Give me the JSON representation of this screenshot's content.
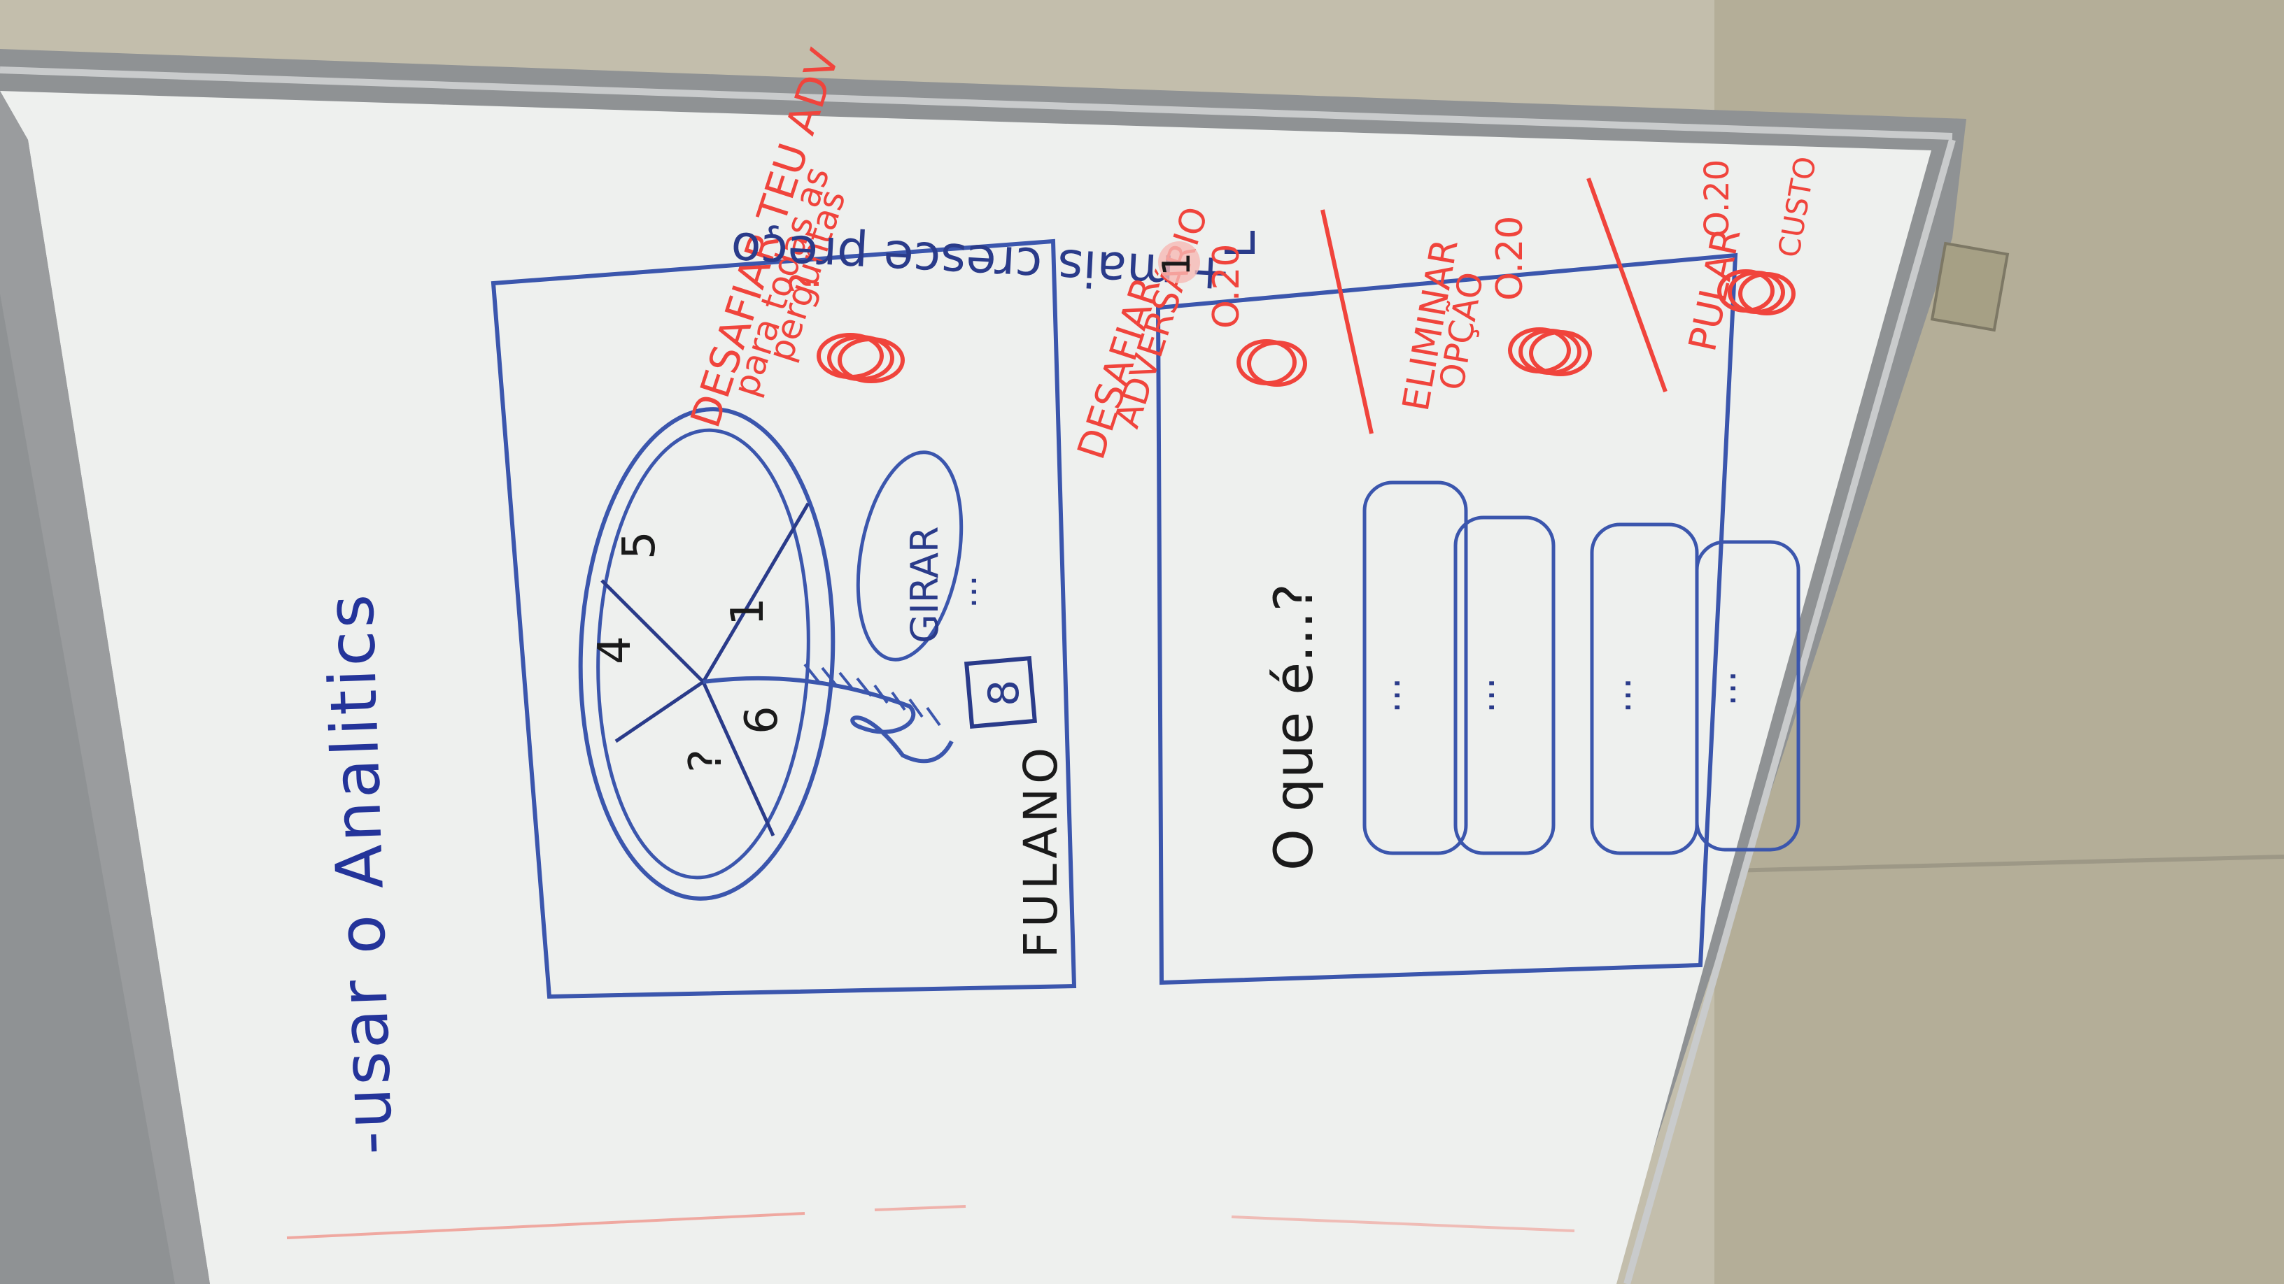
{
  "scene": {
    "wall_color": "#c2bdac",
    "frame_color": "#8e9092",
    "board_color": "#eef0ee",
    "marker_blue": "#2f45a8",
    "marker_red": "#f0443c",
    "marker_black": "#1a1a1a"
  },
  "notes": {
    "usar_analytics": "-usar o Analitics"
  },
  "left_screen": {
    "wheel_slices": [
      "4",
      "5",
      "?",
      "6",
      "1"
    ],
    "spin_label": "GIRAR",
    "spin_dots": "...",
    "player_name": "FULANO",
    "score_badge": "8",
    "annotation_line1": "DESAFIAR TEU ADV",
    "annotation_line2": "para todas as",
    "annotation_line3": "perguntas",
    "annotation_question": "?"
  },
  "top_note": {
    "text": "+ mais cresce preço"
  },
  "right_screen": {
    "question": "O que é...?",
    "answers": [
      "...",
      "...",
      "...",
      "..."
    ],
    "annotation_desafiar": "DESAFIAR",
    "annotation_adversario": "ADVERSÁRIO",
    "badge_value": "1",
    "coin1_label": "O.20",
    "eliminar_label": "ELIMINAR",
    "eliminar_sub": "OPÇÃO",
    "coin2_label": "O.20",
    "pular_label": "PULAR",
    "coin3_label": "O.20",
    "coin3_sub": "CUSTO"
  }
}
